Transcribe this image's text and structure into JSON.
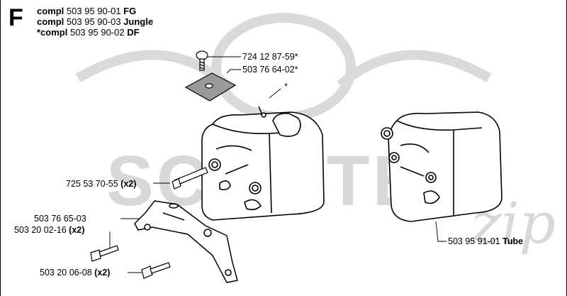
{
  "section_letter": "F",
  "header": [
    {
      "prefix": "compl",
      "number": "503 95 90-01",
      "suffix": "FG"
    },
    {
      "prefix": "compl",
      "number": "503 95 90-03",
      "suffix": "Jungle"
    },
    {
      "prefix": "*compl",
      "number": "503 95 90-02",
      "suffix": "DF"
    }
  ],
  "watermark": {
    "main": "SCOOTER",
    "script": "zip"
  },
  "labels": {
    "screw_top": "724 12 87-59*",
    "screen": "503 76 64-02*",
    "star": "*",
    "bolt_left": "725 53 70-55",
    "bolt_left_qty": "(x2)",
    "bracket": "503 76 65-03",
    "screw_mid": "503 20 02-16",
    "screw_mid_qty": "(x2)",
    "screw_bottom": "503 20 06-08",
    "screw_bottom_qty": "(x2)",
    "tube_number": "503 95 91-01",
    "tube_suffix": "Tube"
  }
}
